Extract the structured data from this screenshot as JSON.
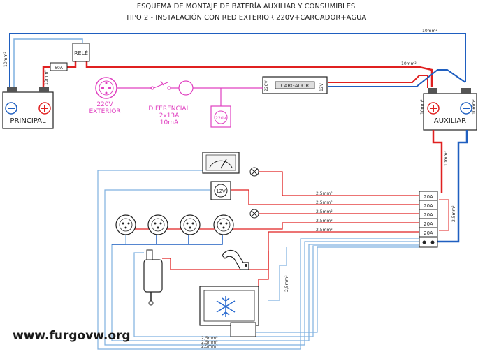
{
  "title": {
    "line1": "ESQUEMA DE MONTAJE DE BATERÍA AUXILIAR Y CONSUMIBLES",
    "line2": "TIPO 2 - INSTALACIÓN CON RED EXTERIOR 220V+CARGADOR+AGUA"
  },
  "components": {
    "battery_principal": "PRINCIPAL",
    "battery_auxiliar": "AUXILIAR",
    "rele": "RELÉ",
    "fuse_main": "60A",
    "charger": "CARGADOR",
    "charger_in": "220V",
    "charger_out": "12V",
    "exterior_line1": "220V",
    "exterior_line2": "EXTERIOR",
    "diferencial_line1": "DIFERENCIAL",
    "diferencial_line2": "2x13A",
    "diferencial_line3": "10mA",
    "socket_220": "220V",
    "socket_12": "12V",
    "fuses": [
      "20A",
      "20A",
      "20A",
      "20A",
      "20A"
    ]
  },
  "wire_labels": {
    "top_blue": "10mm²",
    "red_top": "10mm²",
    "principal_pos": "10mm²",
    "principal_neg": "10mm²",
    "aux_pos": "10mm²",
    "aux_neg": "10mm²",
    "fuse_feed": "10mm²",
    "fuse_ground": "2,5mm²",
    "branch1": "2,5mm²",
    "branch2": "2,5mm²",
    "branch3": "2,5mm²",
    "branch4": "2,5mm²",
    "branch5": "2,5mm²",
    "fridge_feed": "2,5mm²",
    "bottom1": "2,5mm²",
    "bottom2": "2,5mm²",
    "bottom3": "2,5mm²"
  },
  "watermark": "www.furgovw.org",
  "colors": {
    "positive": "#e02020",
    "negative": "#1f5fc0",
    "ground_light": "#7fb0e0",
    "ac": "#e040c0"
  }
}
